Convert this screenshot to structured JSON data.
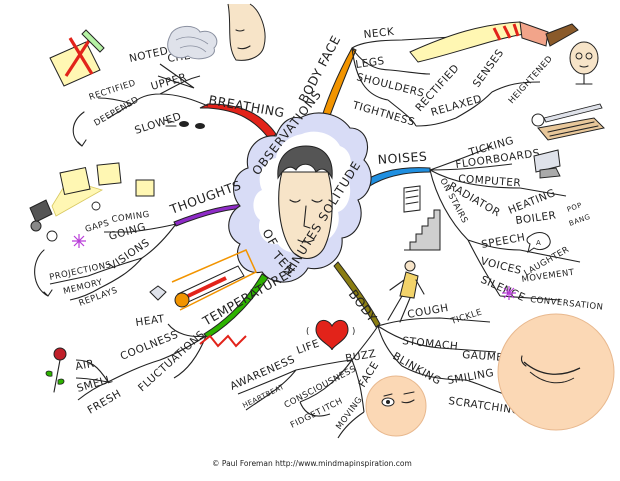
{
  "center": {
    "line1": "OBSERVATIONS",
    "line2": "OF",
    "line3": "TEN",
    "line4": "MINUTES SOLITUDE"
  },
  "branches": {
    "breathing": {
      "label": "BREATHING",
      "color": "#e2231a",
      "subs": {
        "upper": "UPPER",
        "slowed": "SLOWED",
        "noted": "NOTED",
        "chest": "CHEST",
        "rectified": "RECTIFIED",
        "deepened": "DEEPENED"
      }
    },
    "body_face": {
      "label": "BODY FACE",
      "color": "#f29400",
      "subs": {
        "neck": "NECK",
        "legs": "LEGS",
        "shoulders": "SHOULDERS",
        "tightness": "TIGHTNESS",
        "rectified": "RECTIFIED",
        "relaxed": "RELAXED",
        "senses": "SENSES",
        "heightened": "HEIGHTENED"
      }
    },
    "noises": {
      "label": "NOISES",
      "color": "#1f8fe0",
      "subs": {
        "ticking": "TICKING",
        "floorboards": "FLOORBOARDS",
        "computer": "COMPUTER",
        "radiator": "RADIATOR",
        "heating": "HEATING",
        "boiler": "BOILER",
        "pop": "POP",
        "bang": "BANG",
        "on_stairs": "ON STAIRS",
        "speech": "SPEECH",
        "voices": "VOICES",
        "laughter": "LAUGHTER",
        "movement": "MOVEMENT",
        "silence": "SILENCE",
        "conversation": "CONVERSATION"
      }
    },
    "body": {
      "label": "BODY",
      "color": "#8a7d12",
      "subs": {
        "cough": "COUGH",
        "tickle": "TICKLE",
        "stomach": "STOMACH",
        "gaumble": "GAUMBLE",
        "blinking": "BLINKING",
        "smiling": "SMILING",
        "scratching": "SCRATCHING",
        "face": "FACE",
        "moving": "MOVING",
        "buzz": "BUZZ",
        "life": "LIFE",
        "awareness": "AWARENESS",
        "heartbeat": "HEARTBEAT",
        "consciousness": "CONSCIOUSNESS",
        "fidget": "FIDGET",
        "itch": "ITCH"
      }
    },
    "temperature": {
      "label": "TEMPERATURE",
      "color": "#2db300",
      "subs": {
        "heat": "HEAT",
        "coolness": "COOLNESS",
        "fluctuations": "FLUCTUATIONS",
        "fresh": "FRESH",
        "smell": "SMELL",
        "air": "AIR"
      }
    },
    "thoughts": {
      "label": "THOUGHTS",
      "color": "#8e2bc7",
      "subs": {
        "going": "GOING",
        "coming": "COMING",
        "gaps": "GAPS",
        "visions": "VISIONS",
        "projections": "PROJECTIONS",
        "memory": "MEMORY",
        "replays": "REPLAYS"
      }
    }
  },
  "credit": "© Paul Foreman http://www.mindmapinspiration.com"
}
